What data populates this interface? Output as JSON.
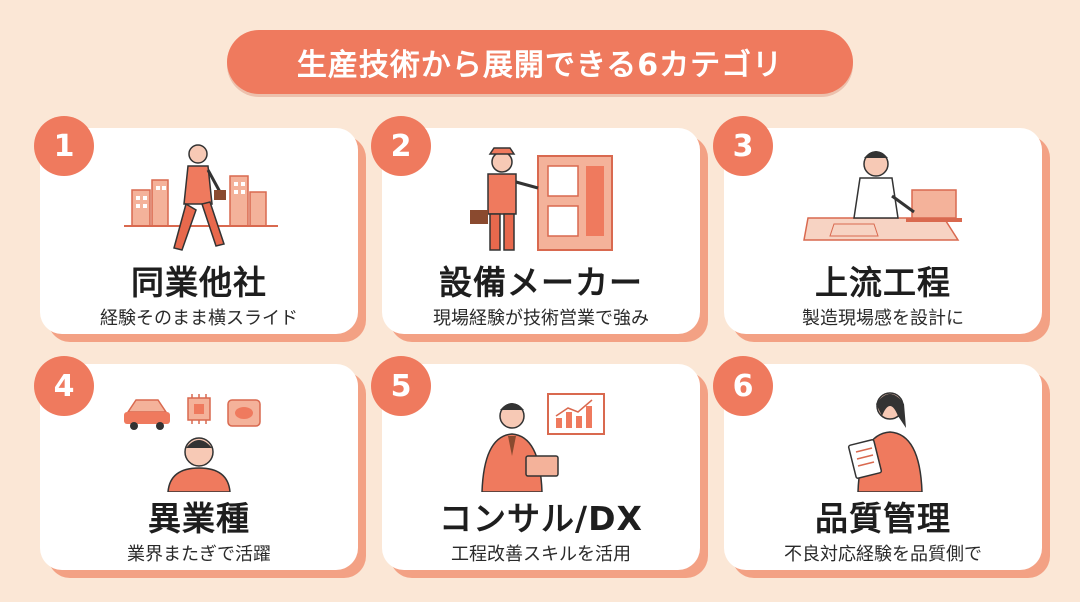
{
  "title": "生産技術から展開できる6カテゴリ",
  "colors": {
    "accent": "#ef7a5e",
    "accent_light": "#f3a184",
    "background": "#fbe7d6",
    "card": "#ffffff"
  },
  "categories": [
    {
      "number": "1",
      "title": "同業他社",
      "subtitle": "経験そのまま横スライド",
      "icon": "walking-businessman-city-icon"
    },
    {
      "number": "2",
      "title": "設備メーカー",
      "subtitle": "現場経験が技術営業で強み",
      "icon": "worker-machine-icon"
    },
    {
      "number": "3",
      "title": "上流工程",
      "subtitle": "製造現場感を設計に",
      "icon": "engineer-laptop-blueprint-icon"
    },
    {
      "number": "4",
      "title": "異業種",
      "subtitle": "業界またぎで活躍",
      "icon": "person-car-chip-food-icon"
    },
    {
      "number": "5",
      "title": "コンサル/DX",
      "subtitle": "工程改善スキルを活用",
      "icon": "consultant-tablet-chart-icon"
    },
    {
      "number": "6",
      "title": "品質管理",
      "subtitle": "不良対応経験を品質側で",
      "icon": "inspector-clipboard-icon"
    }
  ]
}
